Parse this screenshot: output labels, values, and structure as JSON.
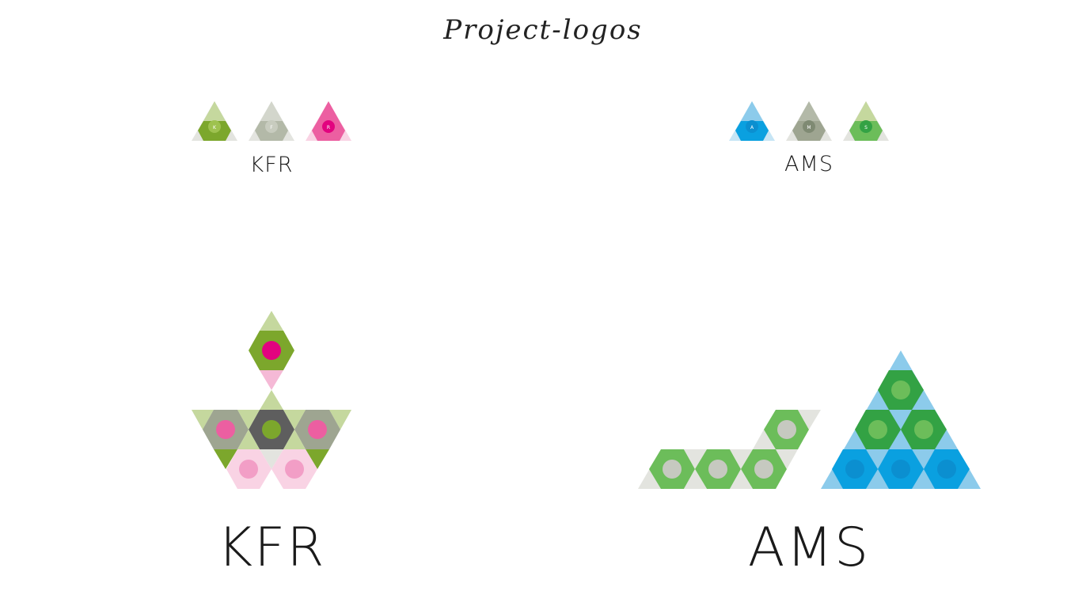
{
  "title": "Project-logos",
  "colors": {
    "green_light": "#c5d89e",
    "green_olive": "#7ca72c",
    "green_mid": "#6cbd5a",
    "green_dark": "#33a244",
    "gray_light": "#e3e4df",
    "gray_mid": "#b3b9a8",
    "gray_sage": "#9ea591",
    "gray_dark": "#5e5e5e",
    "pink": "#ec5fa1",
    "pink_light": "#f5b9d6",
    "pink_pale": "#f9d3e4",
    "magenta": "#e2037f",
    "blue": "#0aa0e0",
    "blue_light": "#8ccbeb",
    "blue_pale": "#c6e5f5"
  },
  "small_logos": {
    "kfr": {
      "letters": [
        "K",
        "F",
        "R"
      ],
      "label": "KFR"
    },
    "ams": {
      "letters": [
        "A",
        "M",
        "S"
      ],
      "label": "AMS"
    }
  },
  "big_logos": {
    "kfr": {
      "label": "KFR"
    },
    "ams": {
      "label": "AMS"
    }
  }
}
